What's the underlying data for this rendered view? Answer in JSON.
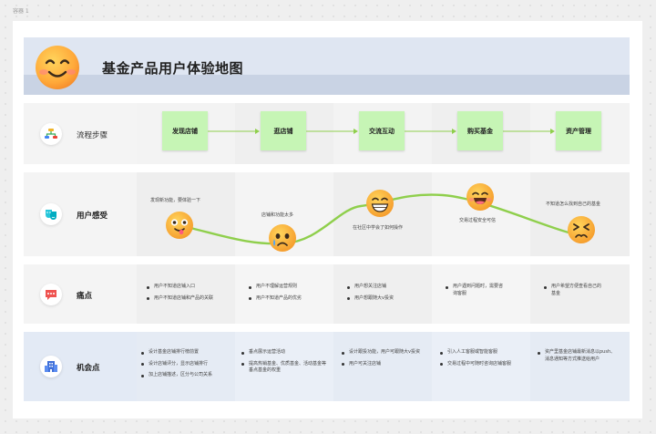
{
  "frame_label": "容器 1",
  "title": "基金产品用户体验地图",
  "rows": {
    "process": {
      "label": "流程步骤"
    },
    "feeling": {
      "label": "用户感受"
    },
    "pain": {
      "label": "痛点"
    },
    "opportunity": {
      "label": "机会点"
    }
  },
  "steps": [
    "发现店铺",
    "逛店铺",
    "交流互动",
    "购买基金",
    "资产管理"
  ],
  "feelings": [
    {
      "text": "发现新功能，要体验一下",
      "mood": "excited"
    },
    {
      "text": "店铺和功能太多",
      "mood": "sad"
    },
    {
      "text": "在社区中学会了如何操作",
      "mood": "grinning"
    },
    {
      "text": "交易过程安全可信",
      "mood": "happy"
    },
    {
      "text": "不知道怎么找到自己的基金",
      "mood": "frustrated"
    }
  ],
  "pain_points": [
    [
      "用户不知道店铺入口",
      "用户不知道店铺和产品的关联"
    ],
    [
      "用户不理解运营规则",
      "用户不知道产品的优劣"
    ],
    [
      "用户想关注店铺",
      "用户想跟随大v投资"
    ],
    [
      "用户遇到问题时，需要咨询客服"
    ],
    [
      "用户希望方便查看自己的基金"
    ]
  ],
  "opportunities": [
    [
      "设计基金店铺排行榜前置",
      "设计店铺评分，显示店铺排行",
      "加上店铺描述，区分与公司关系"
    ],
    [
      "垂点展示运营活动",
      "提高热销基金、优质基金、活动基金等垂点基金的权重"
    ],
    [
      "设计跟投功能，用户可跟随大v投资",
      "用户可关注店铺"
    ],
    [
      "引入人工客服或智能客服",
      "交易过程中可随时咨询店铺客服"
    ],
    [
      "资产里基金店铺最新消息以push、消息通知等方式推送给用户"
    ]
  ],
  "colors": {
    "header": "#dfe6f2",
    "step_box": "#c6f5b5",
    "curve": "#8fcf4c",
    "arrow": "#8fcf4c",
    "opportunity_row": "#e3eaf5"
  },
  "icons": {
    "header": "smiling-emoji-icon",
    "process": "flow-steps-icon",
    "feeling": "theater-masks-icon",
    "pain": "speech-bubble-icon",
    "opportunity": "buildings-icon"
  }
}
